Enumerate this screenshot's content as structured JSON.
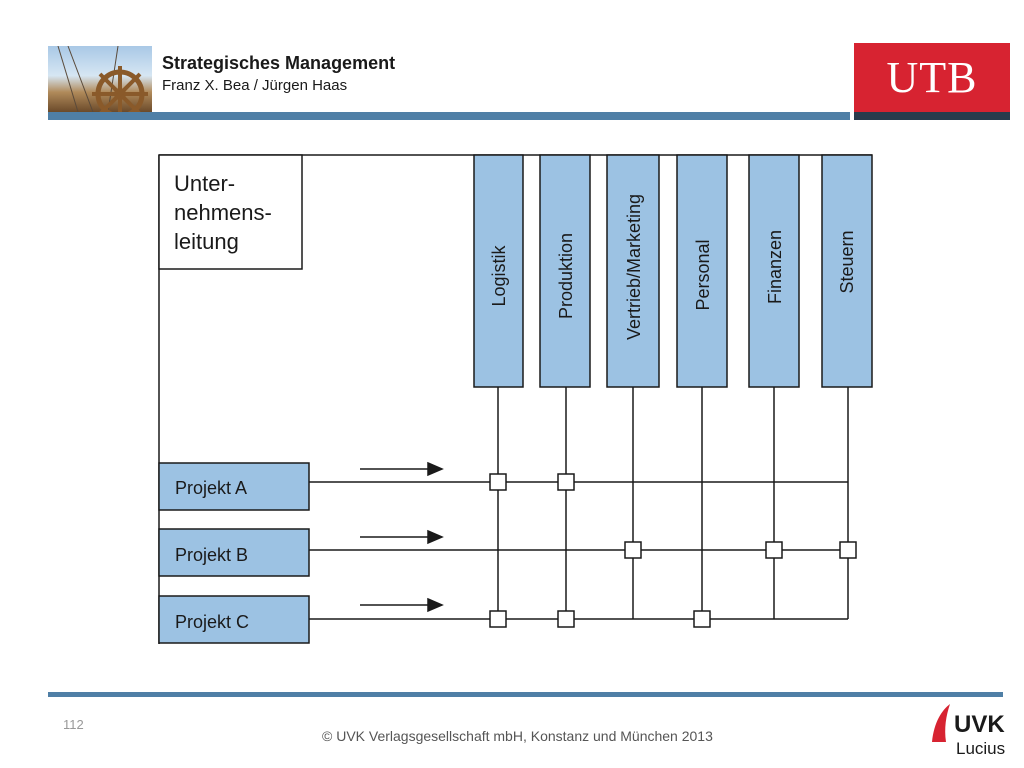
{
  "header": {
    "title": "Strategisches Management",
    "subtitle": "Franz X. Bea / Jürgen Haas",
    "logo_text": "UTB",
    "image_icon": "ship-wheel-icon"
  },
  "diagram": {
    "management_box": [
      "Unter-",
      "nehmens-",
      "leitung"
    ],
    "functions": [
      "Logistik",
      "Produktion",
      "Vertrieb/Marketing",
      "Personal",
      "Finanzen",
      "Steuern"
    ],
    "projects": [
      "Projekt A",
      "Projekt B",
      "Projekt C"
    ],
    "assignments": {
      "Projekt A": [
        "Logistik",
        "Produktion"
      ],
      "Projekt B": [
        "Vertrieb/Marketing",
        "Finanzen",
        "Steuern"
      ],
      "Projekt C": [
        "Logistik",
        "Produktion",
        "Personal"
      ]
    },
    "colors": {
      "box_fill": "#9cc2e3",
      "line": "#1a1a1a",
      "accent_bar": "#4f7fa6",
      "logo_red": "#d72331"
    }
  },
  "footer": {
    "page_number": "112",
    "copyright": "© UVK Verlagsgesellschaft mbH, Konstanz und München 2013",
    "publisher_logo_text": "UVK",
    "publisher_logo_subtext": "Lucius"
  }
}
